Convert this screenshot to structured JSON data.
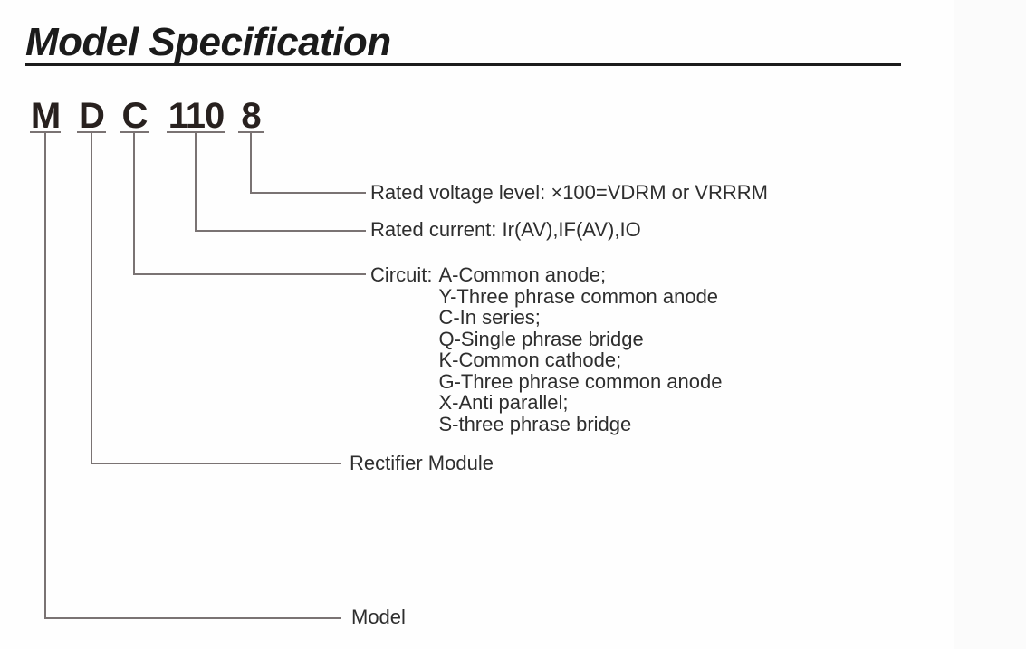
{
  "header": {
    "title": "Model Specification"
  },
  "model_code": {
    "parts": [
      {
        "segment": "M",
        "label": "Model"
      },
      {
        "segment": "D",
        "label": "Rectifier Module"
      },
      {
        "segment": "C",
        "label": "Circuit:",
        "options": [
          "A-Common anode;",
          "Y-Three phrase common anode",
          "C-In series;",
          "Q-Single phrase bridge",
          "K-Common cathode;",
          "G-Three phrase common anode",
          "X-Anti parallel;",
          "S-three phrase bridge"
        ]
      },
      {
        "segment": "110",
        "label": "Rated current: Ir(AV),IF(AV),IO"
      },
      {
        "segment": "8",
        "label": "Rated voltage level: ×100=VDRM or VRRRM"
      }
    ]
  },
  "colors": {
    "connector_line": "#7a7373",
    "label_text": "#2e2e2e",
    "heading_text": "#1b1b1b"
  }
}
